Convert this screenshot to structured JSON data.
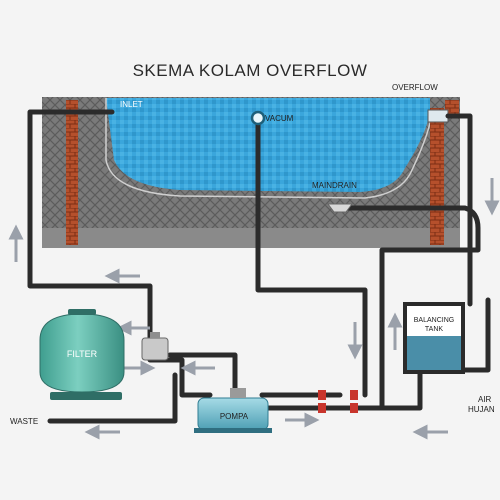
{
  "title": "SKEMA KOLAM OVERFLOW",
  "labels": {
    "inlet": "INLET",
    "vacum": "VACUM",
    "overflow": "OVERFLOW",
    "maindrain": "MAINDRAIN",
    "filter": "FILTER",
    "pompa": "POMPA",
    "waste": "WASTE",
    "balancing_line1": "BALANCING",
    "balancing_line2": "TANK",
    "air_line1": "AIR",
    "air_line2": "HUJAN"
  },
  "colors": {
    "water": "#3aa6dc",
    "pipe": "#2b2b2b",
    "brick": "#b5502c",
    "filter_tank": "#5fb9a9",
    "pump": "#6fb7c9",
    "arrow": "#9aa0aa",
    "ground": "#6b6b6b",
    "tank_water": "#4a8ea8"
  },
  "icons": [
    "flow-arrow-icon",
    "valve-icon",
    "drain-icon",
    "vacuum-fitting-icon"
  ]
}
